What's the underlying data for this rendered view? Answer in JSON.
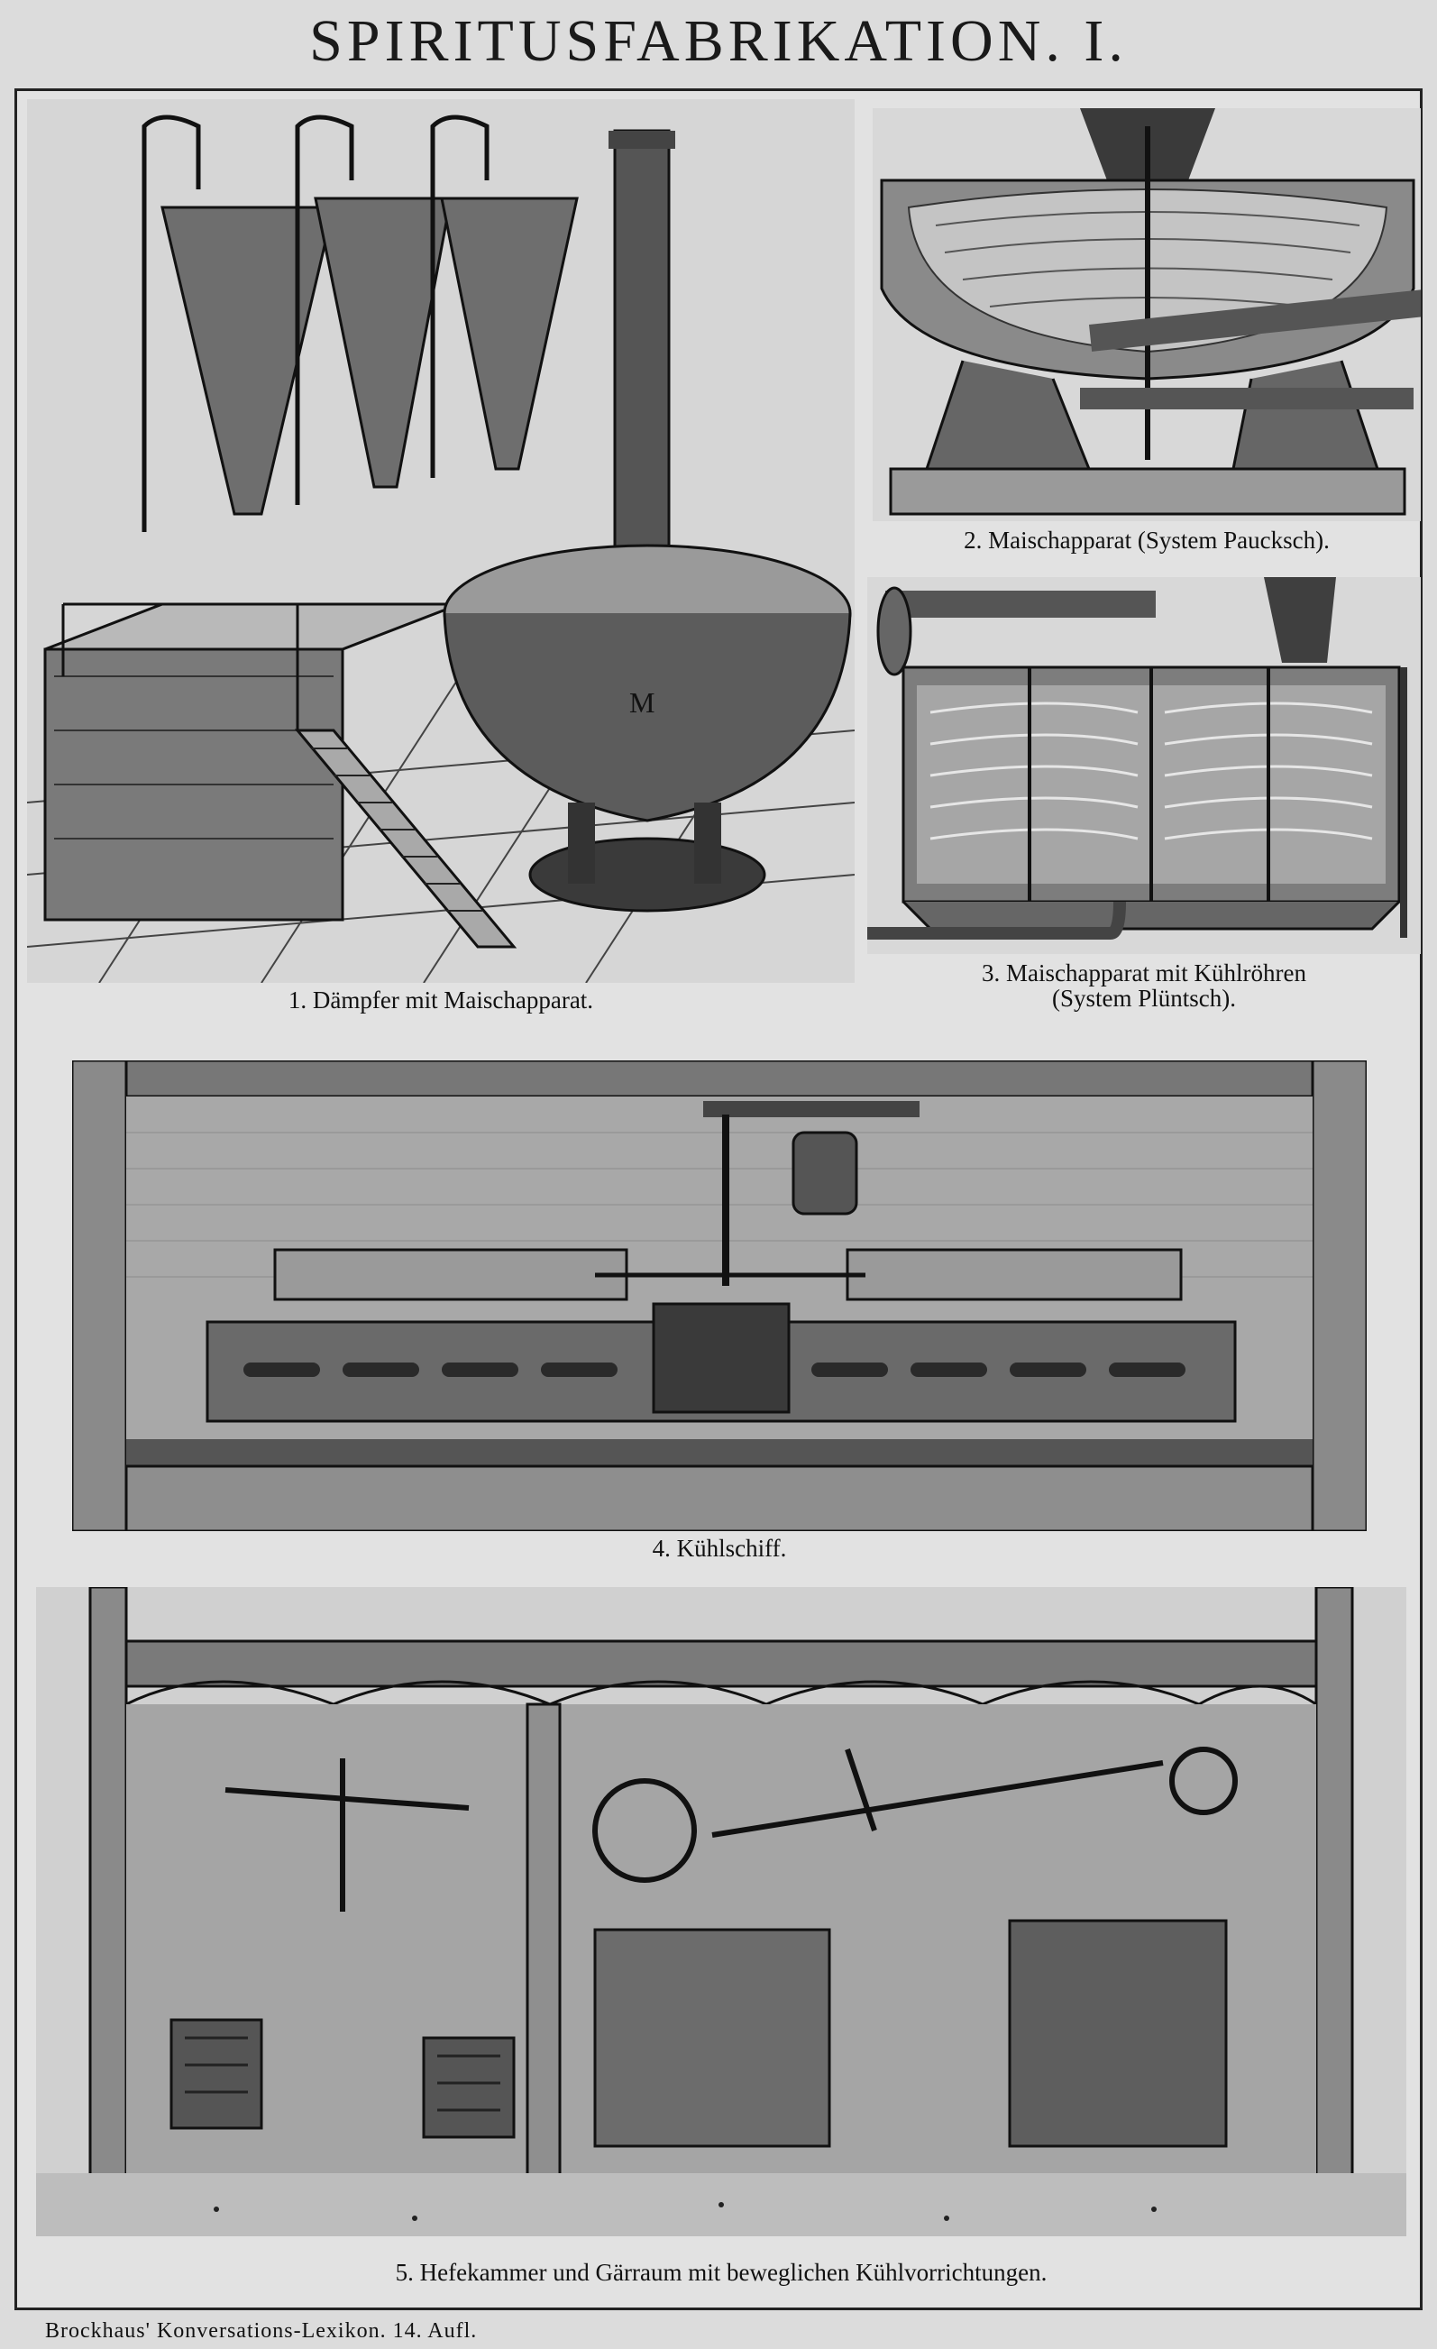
{
  "page": {
    "title": "SPIRITUSFABRIKATION. I.",
    "footer": "Brockhaus' Konversations-Lexikon. 14. Aufl."
  },
  "figures": [
    {
      "caption": "1. Dämpfer mit Maischapparat.",
      "icon": "steamer-mash-apparatus-illustration"
    },
    {
      "caption": "2. Maischapparat (System Paucksch).",
      "icon": "paucksch-mash-tun-illustration"
    },
    {
      "caption_line1": "3. Maischapparat mit Kühlröhren",
      "caption_line2": "(System Plüntsch).",
      "icon": "cooling-coil-mash-tun-illustration"
    },
    {
      "caption": "4. Kühlschiff.",
      "icon": "cooling-ship-illustration"
    },
    {
      "caption": "5. Hefekammer und Gärraum mit beweglichen Kühlvorrichtungen.",
      "icon": "yeast-and-fermentation-room-illustration"
    }
  ]
}
